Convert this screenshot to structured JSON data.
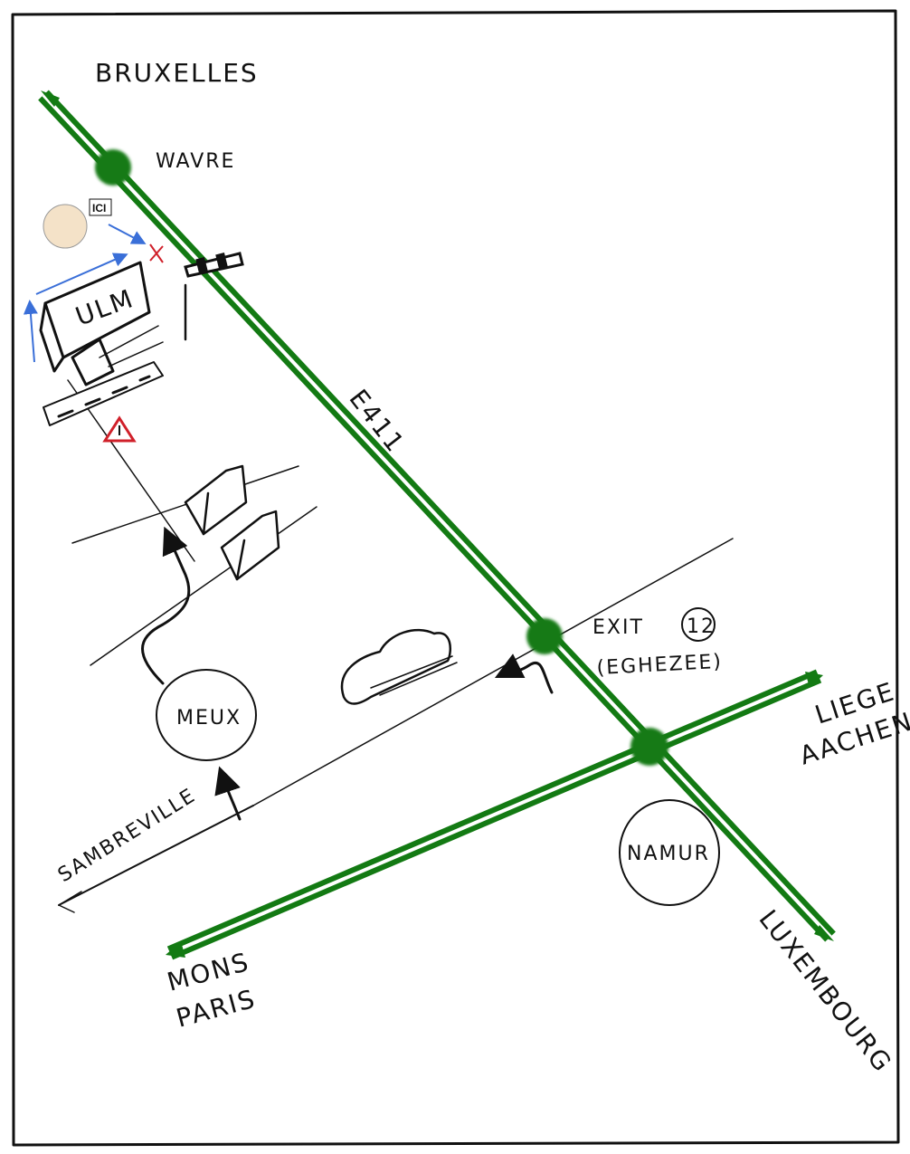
{
  "labels": {
    "bruxelles": "BRUXELLES",
    "wavre": "WAVRE",
    "ici": "ICI",
    "ulm": "ULM",
    "highway": "E411",
    "exit_label": "EXIT",
    "exit_number": "12",
    "exit_town": "(EGHEZEE)",
    "liege": "LIEGE",
    "aachen": "AACHEN",
    "meux": "MEUX",
    "sambreville": "SAMBREVILLE",
    "namur": "NAMUR",
    "luxembourg": "LUXEMBOURG",
    "mons": "MONS",
    "paris": "PARIS"
  },
  "colors": {
    "highway": "#137a13",
    "route_arrow": "#3a6fd8",
    "warning": "#d0202a",
    "ink": "#111111"
  }
}
